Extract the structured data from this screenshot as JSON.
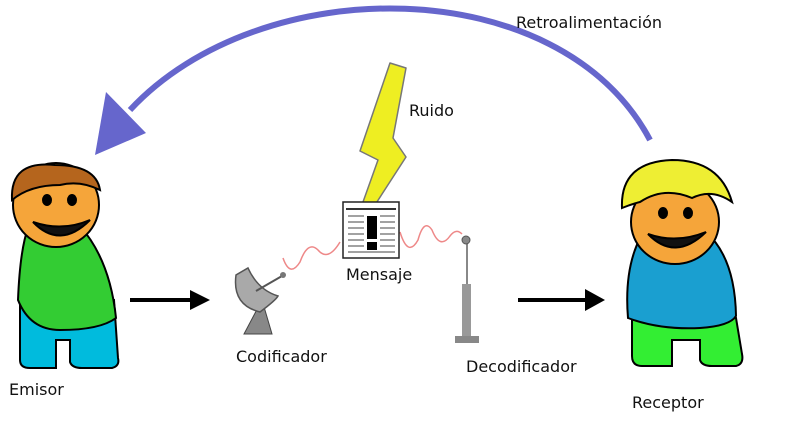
{
  "labels": {
    "feedback": "Retroalimentación",
    "noise": "Ruido",
    "message": "Mensaje",
    "encoder": "Codificador",
    "decoder": "Decodificador",
    "sender": "Emisor",
    "receiver": "Receptor"
  },
  "colors": {
    "feedback_arrow": "#6666cc",
    "sender_shirt": "#33cc33",
    "sender_pants": "#00bbdd",
    "sender_hair": "#b5651d",
    "receiver_shirt": "#1a9fd0",
    "receiver_pants": "#33ee33",
    "receiver_hair": "#eeee33",
    "skin": "#f5a53a",
    "lightning": "#eeee22",
    "signal_wave": "#ee8888"
  },
  "icons": [
    "sender-figure",
    "receiver-figure",
    "satellite-dish-icon",
    "antenna-icon",
    "newspaper-icon",
    "lightning-bolt-icon"
  ]
}
